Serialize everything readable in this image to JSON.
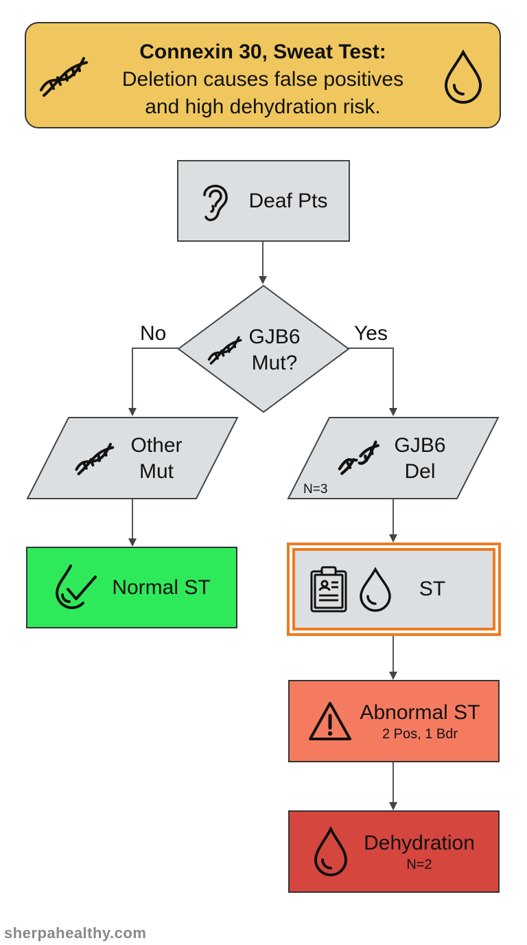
{
  "banner": {
    "title": "Connexin 30, Sweat Test:",
    "line1": "Deletion causes false positives",
    "line2": "and high dehydration risk.",
    "icon_left": "dna-icon",
    "icon_right": "water-drop-icon"
  },
  "nodes": {
    "deaf": {
      "label": "Deaf Pts",
      "icon": "ear-icon"
    },
    "decision": {
      "line1": "GJB6",
      "line2": "Mut?",
      "icon": "dna-icon"
    },
    "no_label": "No",
    "yes_label": "Yes",
    "other_mut": {
      "line1": "Other",
      "line2": "Mut",
      "icon": "dna-icon"
    },
    "gjb6_del": {
      "line1": "GJB6",
      "line2": "Del",
      "count": "N=3",
      "icon": "broken-dna-icon"
    },
    "normal_st": {
      "label": "Normal ST",
      "icon": "drop-check-icon"
    },
    "st": {
      "label": "ST",
      "icons": [
        "clipboard-icon",
        "water-drop-icon"
      ]
    },
    "abnormal_st": {
      "label": "Abnormal ST",
      "sub": "2 Pos, 1 Bdr",
      "icon": "warning-icon"
    },
    "dehydration": {
      "label": "Dehydration",
      "sub": "N=2",
      "icon": "water-drop-icon"
    }
  },
  "colors": {
    "banner": "#efc75e",
    "gray_box": "#dcdfe2",
    "normal": "#2eea5a",
    "st_border": "#ee7a1f",
    "abnormal": "#f57b60",
    "dehydration": "#d5463f"
  },
  "footer": "sherpahealthy.com"
}
